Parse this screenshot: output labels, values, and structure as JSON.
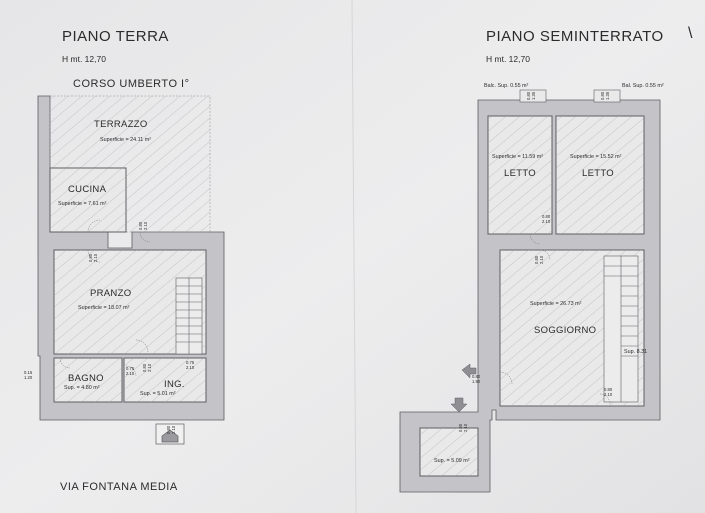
{
  "left_plan": {
    "title": "PIANO     TERRA",
    "height_label": "H  mt. 12,70",
    "street_top": "CORSO UMBERTO I°",
    "street_bottom": "VIA  FONTANA  MEDIA",
    "rooms": [
      {
        "id": "terrazzo",
        "name": "TERRAZZO",
        "area": "Superficie = 24.11 m²"
      },
      {
        "id": "cucina",
        "name": "CUCINA",
        "area": "Superficie = 7.61 m²"
      },
      {
        "id": "pranzo",
        "name": "PRANZO",
        "area": "Superficie = 18.07 m²"
      },
      {
        "id": "bagno",
        "name": "BAGNO",
        "area": "Sup. = 4.80 m²"
      },
      {
        "id": "ing",
        "name": "ING.",
        "area": "Sup. = 5.01 m²"
      }
    ],
    "dims": [
      "0.80",
      "2.10",
      "0.80",
      "2.10",
      "0.80",
      "2.10",
      "0.75",
      "2.10",
      "0.75",
      "2.10",
      "0.15",
      "1.20",
      "0.80",
      "2.10"
    ]
  },
  "right_plan": {
    "title": "PIANO SEMINTERRATO",
    "height_label": "H  mt. 12,70",
    "balconies": [
      "Balc. Sup. 0.55 m²",
      "Bal. Sup. 0.55 m²"
    ],
    "rooms": [
      {
        "id": "letto1",
        "name": "LETTO",
        "area": "Superficie = 11.59 m²"
      },
      {
        "id": "letto2",
        "name": "LETTO",
        "area": "Superficie = 15.52 m²"
      },
      {
        "id": "soggiorno",
        "name": "SOGGIORNO",
        "area": "Superficie = 26.73 m²"
      },
      {
        "id": "ripostiglio",
        "name": "",
        "area": "Sup. = 5.09 m²"
      }
    ],
    "stair_label": "Sup. 8.31",
    "dims": [
      "0.80",
      "1.35",
      "0.80",
      "1.35",
      "0.80",
      "2.10",
      "0.80",
      "2.10",
      "0.80",
      "1.90",
      "0.80",
      "2.10",
      "0.80",
      "2.10"
    ]
  },
  "corner_mark": "\\"
}
